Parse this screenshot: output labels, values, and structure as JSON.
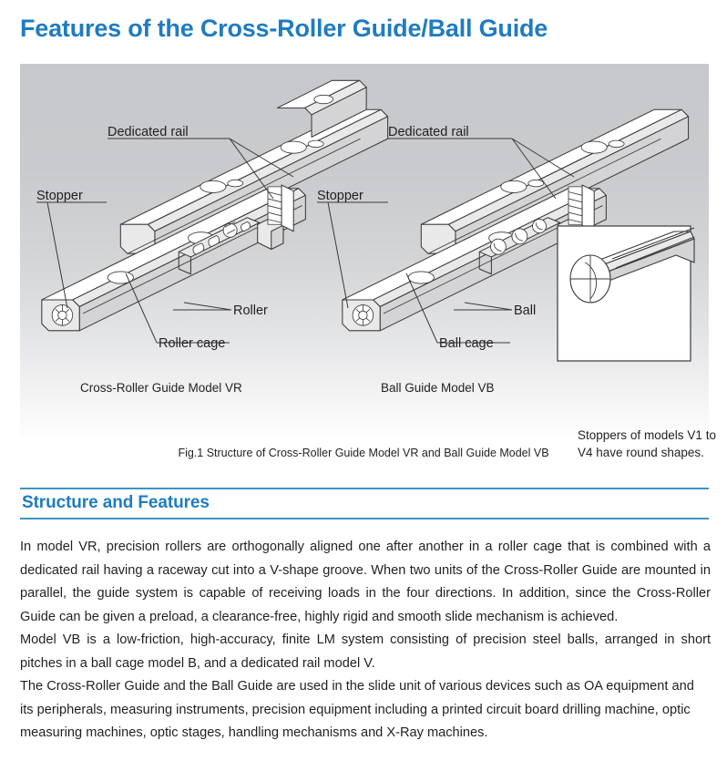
{
  "page": {
    "title": "Features of the Cross-Roller Guide/Ball Guide",
    "title_color": "#1f7cc0"
  },
  "figure": {
    "left_diagram": {
      "model_caption": "Cross-Roller Guide Model VR",
      "labels": {
        "dedicated_rail": "Dedicated rail",
        "stopper": "Stopper",
        "element": "Roller",
        "cage": "Roller cage"
      }
    },
    "right_diagram": {
      "model_caption": "Ball Guide Model VB",
      "labels": {
        "dedicated_rail": "Dedicated rail",
        "stopper": "Stopper",
        "element": "Ball",
        "cage": "Ball cage"
      }
    },
    "inset": {
      "note": "Stoppers of models V1 to V4 have round shapes."
    },
    "caption": "Fig.1 Structure of Cross-Roller Guide Model VR and Ball Guide Model VB",
    "background_top_color": "#c6c8cb",
    "background_bottom_color": "#fdfdfd"
  },
  "section": {
    "heading": "Structure and Features",
    "heading_color": "#1f7cc0",
    "rule_color": "#3c94c4",
    "paragraphs": [
      "In model VR, precision rollers are orthogonally aligned one after another in a roller cage that is combined with a dedicated rail having a raceway cut into a V-shape groove. When two units of the Cross-Roller Guide are mounted in parallel, the guide system is capable of receiving loads in the four directions. In addition, since the Cross-Roller Guide can be given a preload, a clearance-free, highly rigid and smooth slide mechanism is achieved.",
      "Model VB is a low-friction, high-accuracy, finite LM system consisting of precision steel balls, arranged in short pitches in a ball cage model B, and a dedicated rail model V.",
      "The Cross-Roller Guide and the Ball Guide are used in the slide unit of various devices such as OA equipment and its peripherals, measuring instruments, precision equipment including a printed circuit board drilling machine, optic measuring machines, optic stages, handling mechanisms and X-Ray machines."
    ]
  }
}
